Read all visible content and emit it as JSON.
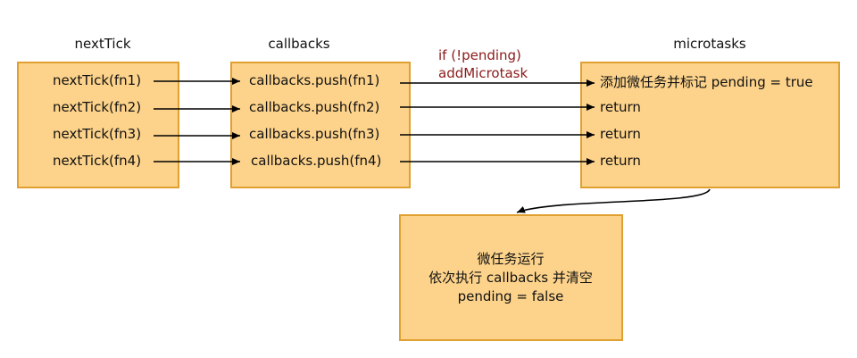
{
  "columns": {
    "next_tick": "nextTick",
    "callbacks": "callbacks",
    "microtasks": "microtasks"
  },
  "next_tick_calls": [
    "nextTick(fn1)",
    "nextTick(fn2)",
    "nextTick(fn3)",
    "nextTick(fn4)"
  ],
  "callback_pushes": [
    "callbacks.push(fn1)",
    "callbacks.push(fn2)",
    "callbacks.push(fn3)",
    "callbacks.push(fn4)"
  ],
  "microtask_results": [
    "添加微任务并标记 pending = true",
    "return",
    "return",
    "return"
  ],
  "condition": {
    "line1": "if (!pending)",
    "line2": "addMicrotask"
  },
  "run_box": {
    "line1": "微任务运行",
    "line2": "依次执行 callbacks 并清空",
    "line3": "pending = false"
  },
  "colors": {
    "box_fill": "#fdd38b",
    "box_border": "#e0a030",
    "condition_text": "#8b1a1a"
  }
}
